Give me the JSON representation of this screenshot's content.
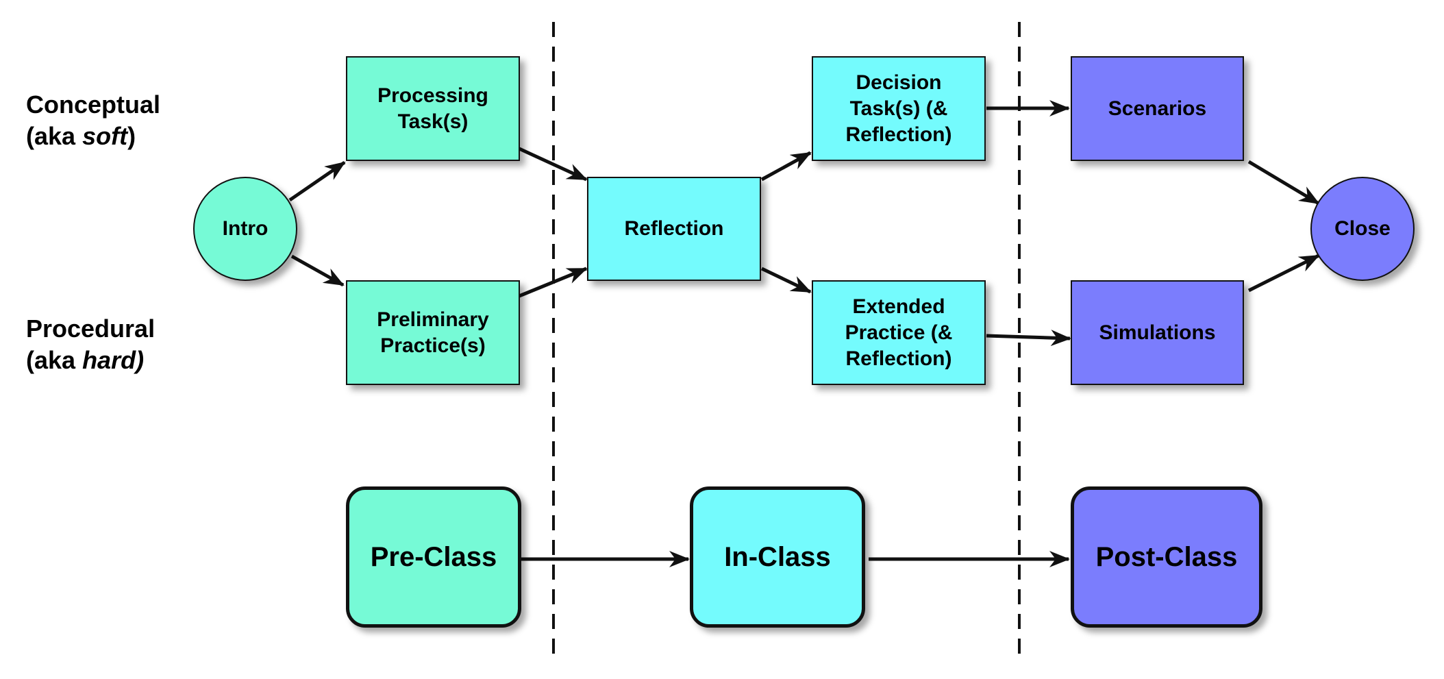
{
  "colors": {
    "green": "#76fad6",
    "cyan": "#74fbfd",
    "purple": "#7b7dfd",
    "stroke": "#111111"
  },
  "lanes": {
    "conceptual": {
      "main": "Conceptual",
      "prefix": "(aka ",
      "em": "soft",
      "suffix": ")"
    },
    "procedural": {
      "main": "Procedural",
      "prefix": "(aka ",
      "em": "hard)",
      "suffix": ""
    }
  },
  "nodes": {
    "intro": "Intro",
    "processing": "Processing\nTask(s)",
    "preliminary": "Preliminary\nPractice(s)",
    "reflection": "Reflection",
    "decision": "Decision\nTask(s) (&\nReflection)",
    "extended": "Extended\nPractice (&\nReflection)",
    "scenarios": "Scenarios",
    "simulations": "Simulations",
    "close": "Close"
  },
  "phases": {
    "pre": "Pre-Class",
    "in": "In-Class",
    "post": "Post-Class"
  }
}
